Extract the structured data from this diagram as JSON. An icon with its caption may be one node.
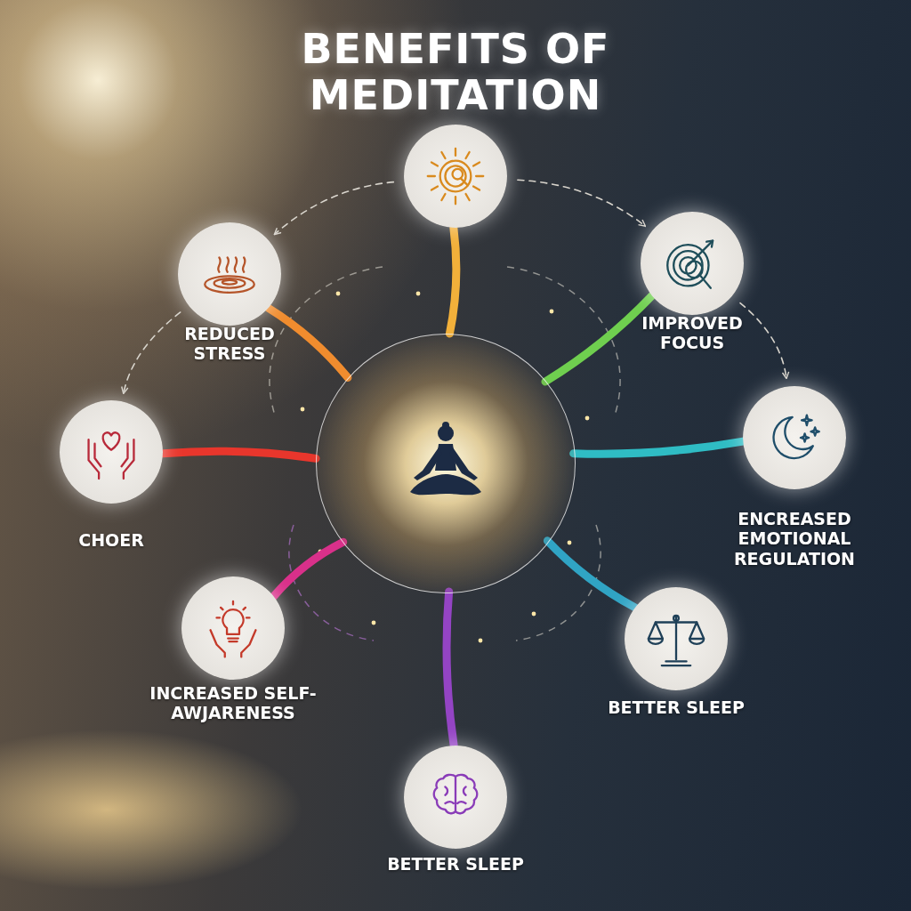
{
  "diagram": {
    "title": "BENEFITS OF MEDITATION",
    "nodes": [
      {
        "text": [],
        "shape": "picture"
      },
      {
        "text": [],
        "shape": "circle"
      },
      {
        "text": [
          "REDUCED STRESS"
        ]
      },
      {
        "text": [
          "IMPROVED FOCUS"
        ]
      },
      {
        "text": [
          "CHOER"
        ]
      },
      {
        "text": [
          "ENCREASED EMOTIONAL REGULATION"
        ]
      },
      {
        "text": [
          "INCREASED SELF-AWJARENESS"
        ]
      },
      {
        "text": [
          "BETTER SLEEP"
        ]
      },
      {
        "text": [
          "BETTER SLEEP"
        ]
      }
    ],
    "edges": [
      {
        "from": 0,
        "to": 1,
        "arrow": "none",
        "color": "#f2b03a"
      },
      {
        "from": 0,
        "to": 2,
        "arrow": "none",
        "color": "#f08c2e"
      },
      {
        "from": 0,
        "to": 3,
        "arrow": "none",
        "color": "#6fcf4f"
      },
      {
        "from": 0,
        "to": 4,
        "arrow": "none",
        "color": "#e8362c"
      },
      {
        "from": 0,
        "to": 5,
        "arrow": "none",
        "color": "#2fbcc4"
      },
      {
        "from": 0,
        "to": 6,
        "arrow": "none",
        "color": "#d9308a"
      },
      {
        "from": 0,
        "to": 7,
        "arrow": "none",
        "color": "#30a4c4"
      },
      {
        "from": 0,
        "to": 8,
        "arrow": "none",
        "color": "#9444c4"
      },
      {
        "from": 1,
        "to": 2,
        "arrow": "to",
        "style": "dashed",
        "color": "#d8d4cc"
      },
      {
        "from": 1,
        "to": 3,
        "arrow": "to",
        "style": "dashed",
        "color": "#d8d4cc"
      },
      {
        "from": 2,
        "to": 4,
        "arrow": "to",
        "style": "dashed",
        "color": "#d8d4cc"
      },
      {
        "from": 3,
        "to": 5,
        "arrow": "to",
        "style": "dashed",
        "color": "#d8d4cc"
      }
    ]
  }
}
